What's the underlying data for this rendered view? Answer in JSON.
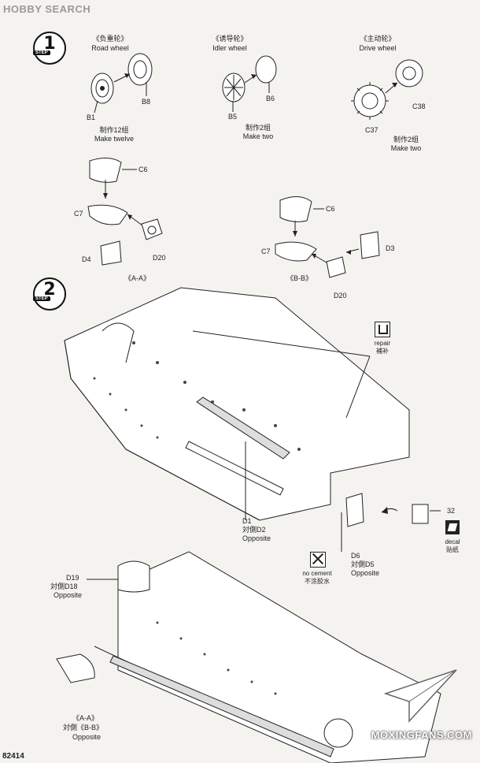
{
  "header": {
    "logo_text": "HOBBY SEARCH"
  },
  "steps": [
    {
      "number": "1",
      "tag": "STEP"
    },
    {
      "number": "2",
      "tag": "STEP"
    }
  ],
  "step1": {
    "road_wheel": {
      "title_cn": "《负重轮》",
      "title_en": "Road wheel",
      "parts": [
        "B1",
        "B8"
      ],
      "make_cn": "制作12组",
      "make_en": "Make twelve"
    },
    "idler_wheel": {
      "title_cn": "《诱导轮》",
      "title_en": "Idler wheel",
      "parts": [
        "B5",
        "B6"
      ],
      "make_cn": "制作2组",
      "make_en": "Make two"
    },
    "drive_wheel": {
      "title_cn": "《主动轮》",
      "title_en": "Drive wheel",
      "parts": [
        "C37",
        "C38"
      ],
      "make_cn": "制作2组",
      "make_en": "Make two"
    },
    "sub_a": {
      "parts": [
        "C6",
        "C7",
        "D4",
        "D20"
      ],
      "caption": "《A-A》"
    },
    "sub_b": {
      "parts": [
        "C6",
        "C7",
        "D3",
        "D20"
      ],
      "caption": "《B-B》"
    }
  },
  "step2": {
    "repair": {
      "label_en": "repair",
      "label_cn": "補补"
    },
    "d1": {
      "part": "D1",
      "opposite_cn": "対側D2",
      "opposite_en": "Opposite"
    },
    "d6": {
      "part": "D6",
      "opposite_cn": "対側D5",
      "opposite_en": "Opposite"
    },
    "no_cement": {
      "label_en": "no cement",
      "label_cn": "不涂胶水"
    },
    "decal_part": "32",
    "decal": {
      "label_en": "decal",
      "label_cn": "贴纸"
    },
    "d19": {
      "part": "D19",
      "opposite_cn": "対側D18",
      "opposite_en": "Opposite"
    },
    "bottom_caption": {
      "line1": "《A-A》",
      "line2": "対側《B-B》",
      "line3": "Opposite"
    }
  },
  "footer": {
    "code": "82414",
    "watermark": "MOXINGFANS.COM"
  },
  "icons": [
    "repair-icon",
    "no-cement-icon",
    "decal-icon",
    "curved-arrow-icon",
    "plane-logo-icon"
  ]
}
